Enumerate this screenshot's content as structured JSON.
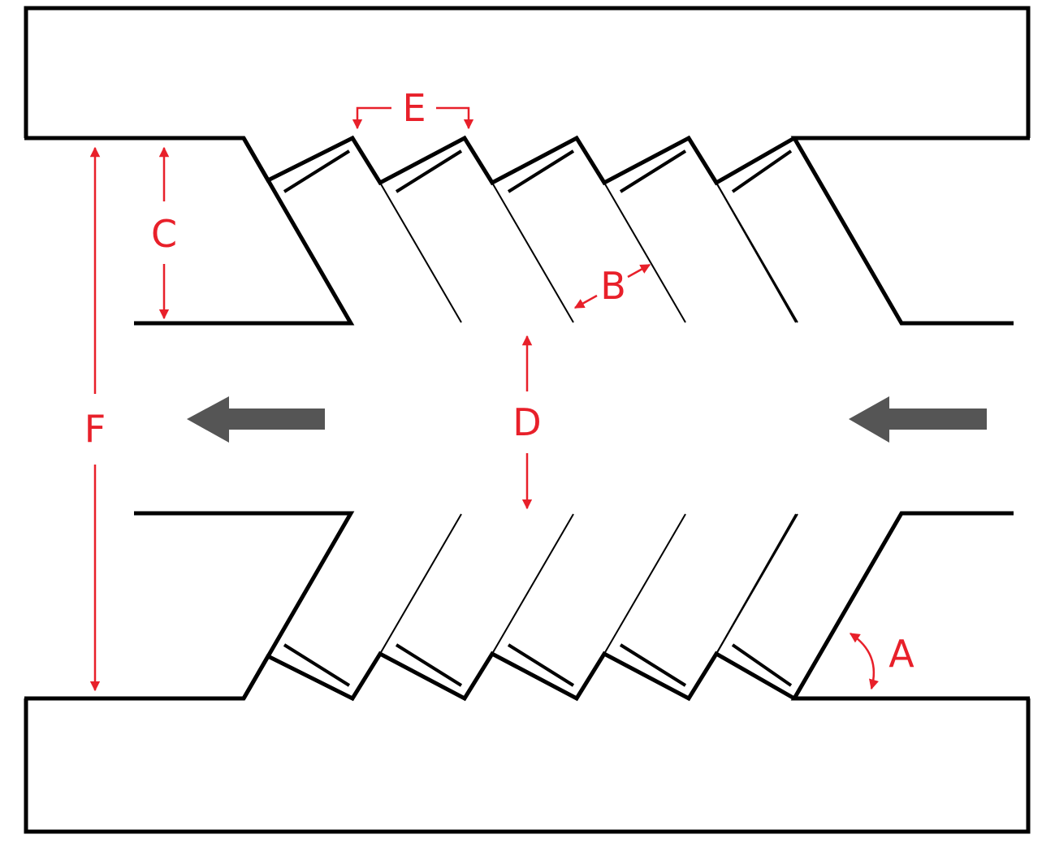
{
  "diagram": {
    "type": "baffled channel cross-section",
    "labels": {
      "a": "A",
      "b": "B",
      "c": "C",
      "d": "D",
      "e": "E",
      "f": "F"
    },
    "flow_direction": "right-to-left",
    "baffle_count": 5,
    "colors": {
      "annotation": "#e8202a",
      "arrow": "#555555",
      "wall": "#000000"
    }
  }
}
